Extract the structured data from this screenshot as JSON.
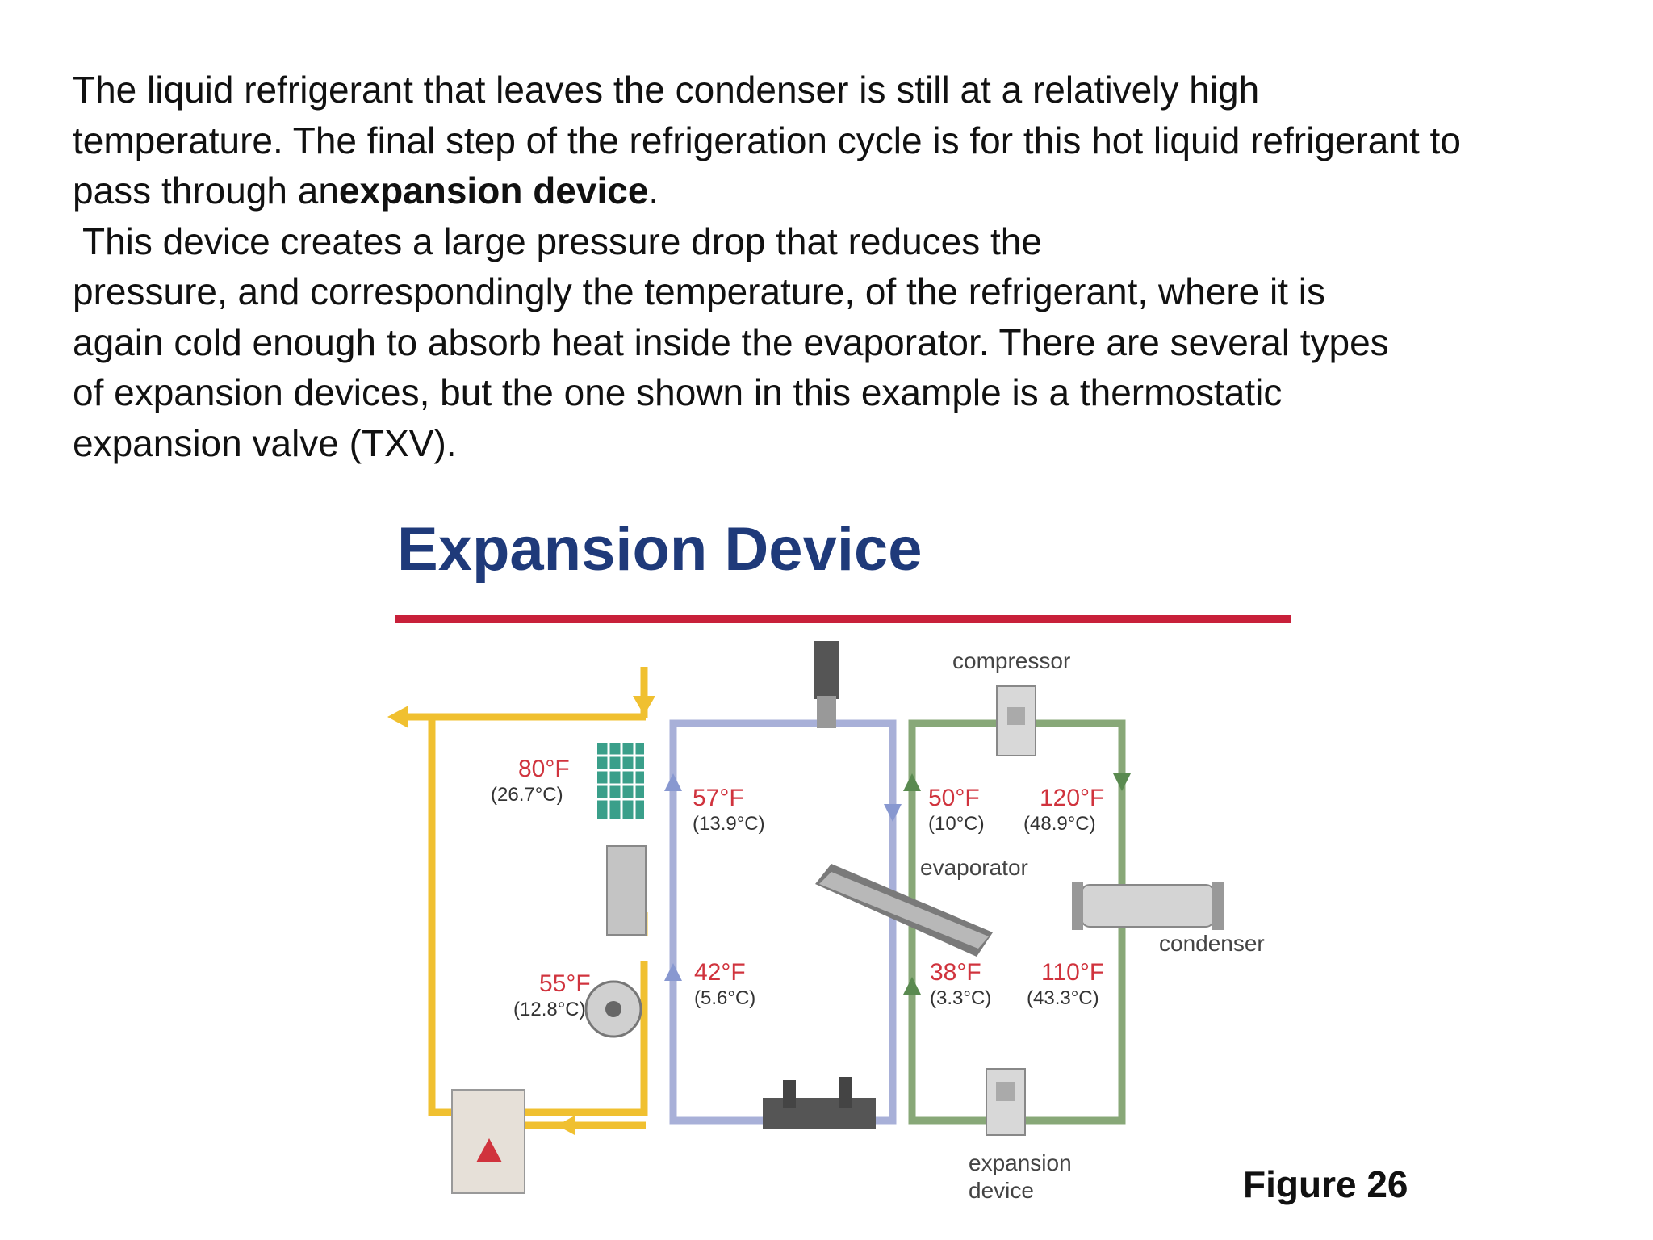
{
  "paragraph": {
    "line1": "The liquid refrigerant that leaves the condenser is still at a relatively high",
    "line2": "temperature. The final step of the refrigeration cycle is for this hot liquid refrigerant to",
    "line3_pre": "pass through an",
    "line3_bold": "expansion device",
    "line3_post": ".",
    "line4": "This device creates a large pressure drop that reduces the",
    "line5": "pressure, and correspondingly the temperature, of the refrigerant, where it is",
    "line6": "again cold enough to absorb heat inside the evaporator. There are several types",
    "line7": "of expansion devices, but the one shown in this example is a thermostatic",
    "line8": "expansion valve (TXV)."
  },
  "diagram": {
    "title": "Expansion Device",
    "labels": {
      "compressor": "compressor",
      "evaporator": "evaporator",
      "condenser": "condenser",
      "expansion_line1": "expansion",
      "expansion_line2": "device"
    },
    "temperatures": [
      {
        "f": "80°F",
        "c": "(26.7°C)"
      },
      {
        "f": "57°F",
        "c": "(13.9°C)"
      },
      {
        "f": "50°F",
        "c": "(10°C)"
      },
      {
        "f": "120°F",
        "c": "(48.9°C)"
      },
      {
        "f": "55°F",
        "c": "(12.8°C)"
      },
      {
        "f": "42°F",
        "c": "(5.6°C)"
      },
      {
        "f": "38°F",
        "c": "(3.3°C)"
      },
      {
        "f": "110°F",
        "c": "(43.3°C)"
      }
    ],
    "colors": {
      "title": "#1f3a7a",
      "rule": "#c8203a",
      "air_loop": "#f0c030",
      "water_loop": "#a8b0d8",
      "refrigerant_loop": "#88a878",
      "temp_red": "#d0333d"
    }
  },
  "caption": "Figure 26"
}
